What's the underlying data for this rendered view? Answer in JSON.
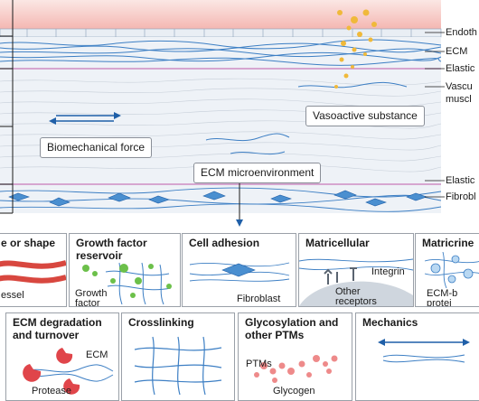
{
  "layers": {
    "endothelium": "Endoth",
    "ecm": "ECM",
    "elastic_top": "Elastic",
    "vascular_line1": "Vascu",
    "vascular_line2": "muscl",
    "elastic_bottom": "Elastic",
    "fibroblast": "Fibrobl"
  },
  "callouts": {
    "vasoactive": "Vasoactive substance",
    "biomechanical": "Biomechanical force",
    "microenvironment": "ECM microenvironment"
  },
  "panels": {
    "size_shape": {
      "title": "e or shape",
      "sub": "essel"
    },
    "growth_factor": {
      "title_line1": "Growth factor",
      "title_line2": "reservoir",
      "sub_line1": "Growth",
      "sub_line2": "factor"
    },
    "cell_adhesion": {
      "title": "Cell adhesion",
      "sub": "Fibroblast"
    },
    "matricellular": {
      "title": "Matricellular",
      "integrin": "Integrin",
      "other_line1": "Other",
      "other_line2": "receptors"
    },
    "matricrine": {
      "title": "Matricrine",
      "sub_line1": "ECM-b",
      "sub_line2": "protei"
    },
    "ecm_degradation": {
      "title_line1": "ECM degradation",
      "title_line2": "and turnover",
      "ecm": "ECM",
      "protease": "Protease"
    },
    "crosslinking": {
      "title": "Crosslinking"
    },
    "glycosylation": {
      "title_line1": "Glycosylation and",
      "title_line2": "other PTMs",
      "ptms": "PTMs",
      "glycogen": "Glycogen"
    },
    "mechanics": {
      "title": "Mechanics"
    }
  },
  "colors": {
    "fiber_blue": "#3d7fc4",
    "cell_blue": "#4a8fd0",
    "elastic_pink": "#c77ab8",
    "endothelium_red": "#f3b7b2",
    "growth_factor_green": "#6cc04a",
    "vasoactive_gold": "#f0b93a",
    "protease_red": "#e0454a",
    "glycogen_pink": "#ee8a8a",
    "panel_border": "#9aa0a8"
  }
}
